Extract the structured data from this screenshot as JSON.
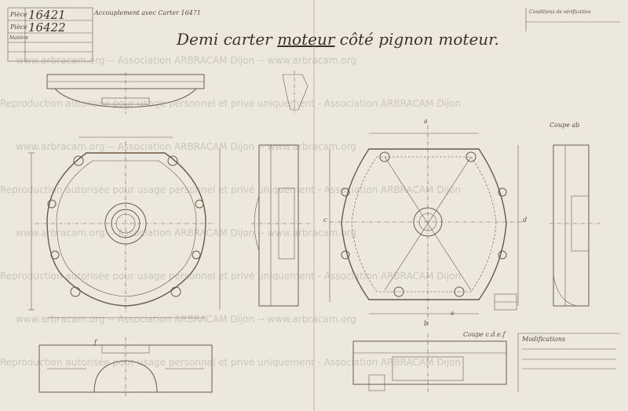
{
  "drawing": {
    "title_part1": "Demi carter",
    "title_part2": "moteur",
    "title_part3": "côté pignon moteur",
    "title_end": "."
  },
  "title_block": {
    "piece_label_1": "Pièce",
    "piece_number_1": "16421",
    "piece_label_2": "Pièce",
    "piece_number_2": "16422",
    "matiere_label": "Matière",
    "header_note": "Accouplement avec Carter 16471"
  },
  "labels": {
    "section_ab": "Coupe ab",
    "section_cdef": "Coupe c.d.e.f",
    "section_a": "a",
    "section_b": "b",
    "section_c": "c",
    "section_d": "d",
    "section_e": "e",
    "section_f": "f",
    "modifications": "Modifications",
    "conditions": "Conditions de vérification"
  },
  "watermark": {
    "line_a": "Reproduction autorisée pour usage personnel et privé uniquement - Association ARBRACAM Dijon",
    "line_b": "www.arbracam.org -- Association ARBRACAM Dijon -- www.arbracam.org"
  }
}
